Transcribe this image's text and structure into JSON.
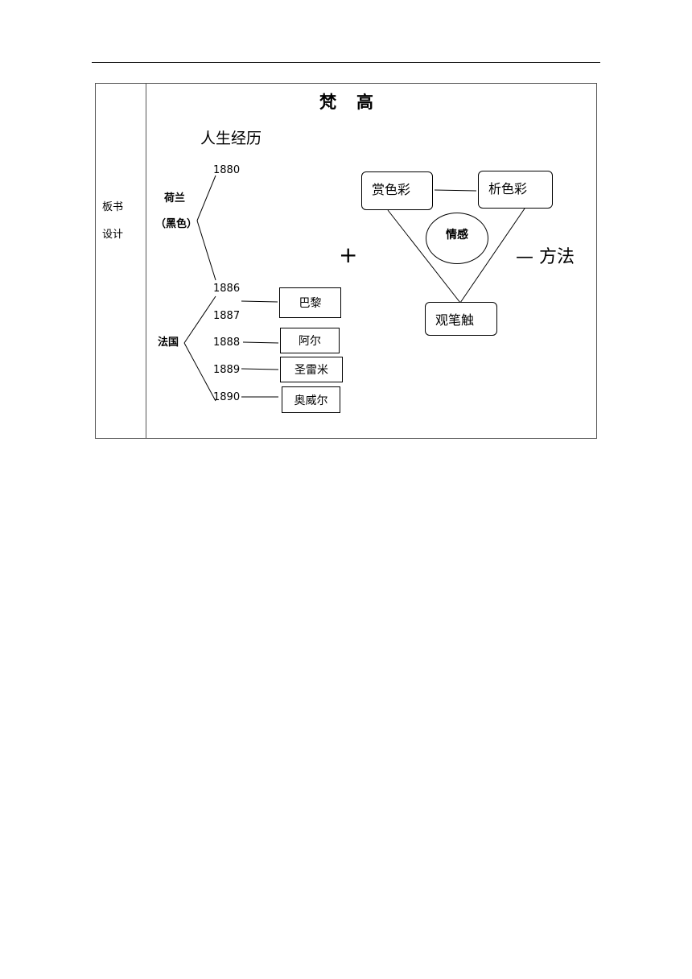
{
  "side_label": {
    "line1": "板书",
    "line2": "设计"
  },
  "title": "梵　高",
  "subtitle": "人生经历",
  "timeline": {
    "holland": "荷兰",
    "holland_note": "（黑色）",
    "france": "法国",
    "years": {
      "y1880": "1880",
      "y1886": "1886",
      "y1887": "1887",
      "y1888": "1888",
      "y1889": "1889",
      "y1890": "1890"
    },
    "places": {
      "paris": "巴黎",
      "arles": "阿尔",
      "saint_remy": "圣雷米",
      "auvers": "奥威尔"
    }
  },
  "plus_sign": "+",
  "diagram": {
    "top_left": "赏色彩",
    "top_right": "析色彩",
    "center": "情感",
    "bottom": "观笔触"
  },
  "method": "— 方法"
}
